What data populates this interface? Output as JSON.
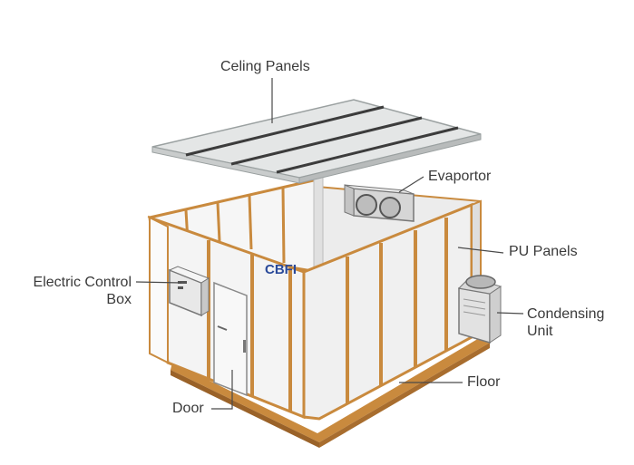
{
  "labels": {
    "ceiling_panels": "Celing Panels",
    "evaporator": "Evaportor",
    "pu_panels": "PU Panels",
    "electric_control_box": [
      "Electric Control",
      "Box"
    ],
    "condensing_unit": [
      "Condensing",
      "Unit"
    ],
    "floor": "Floor",
    "door": "Door"
  },
  "logo_text": "CBFI",
  "colors": {
    "panel_white": "#f3f3f3",
    "panel_shade": "#dcdcdc",
    "wood_trim": "#c98a3e",
    "ceiling": "#e4e6e6",
    "leader_line": "#4a4a4a",
    "logo_blue": "#2a4a9a",
    "logo_red": "#c23a2a"
  }
}
